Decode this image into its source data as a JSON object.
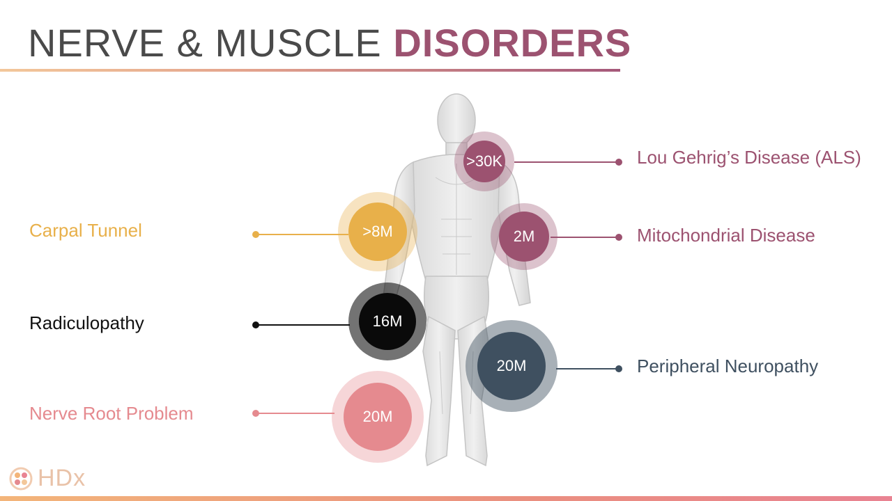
{
  "title": {
    "part1": "NERVE & MUSCLE ",
    "part2": "DISORDERS"
  },
  "disorders": [
    {
      "name": "Lou Gehrig’s Disease (ALS)",
      "value": ">30K",
      "color": "#9c5270"
    },
    {
      "name": "Carpal Tunnel",
      "value": ">8M",
      "color": "#e8b04a"
    },
    {
      "name": "Mitochondrial Disease",
      "value": "2M",
      "color": "#9c5270"
    },
    {
      "name": "Radiculopathy",
      "value": "16M",
      "color": "#000000"
    },
    {
      "name": "Peripheral Neuropathy",
      "value": "20M",
      "color": "#3f5060"
    },
    {
      "name": "Nerve Root Problem",
      "value": "20M",
      "color": "#e58a8f"
    }
  ],
  "logo": {
    "text": "HDx"
  }
}
